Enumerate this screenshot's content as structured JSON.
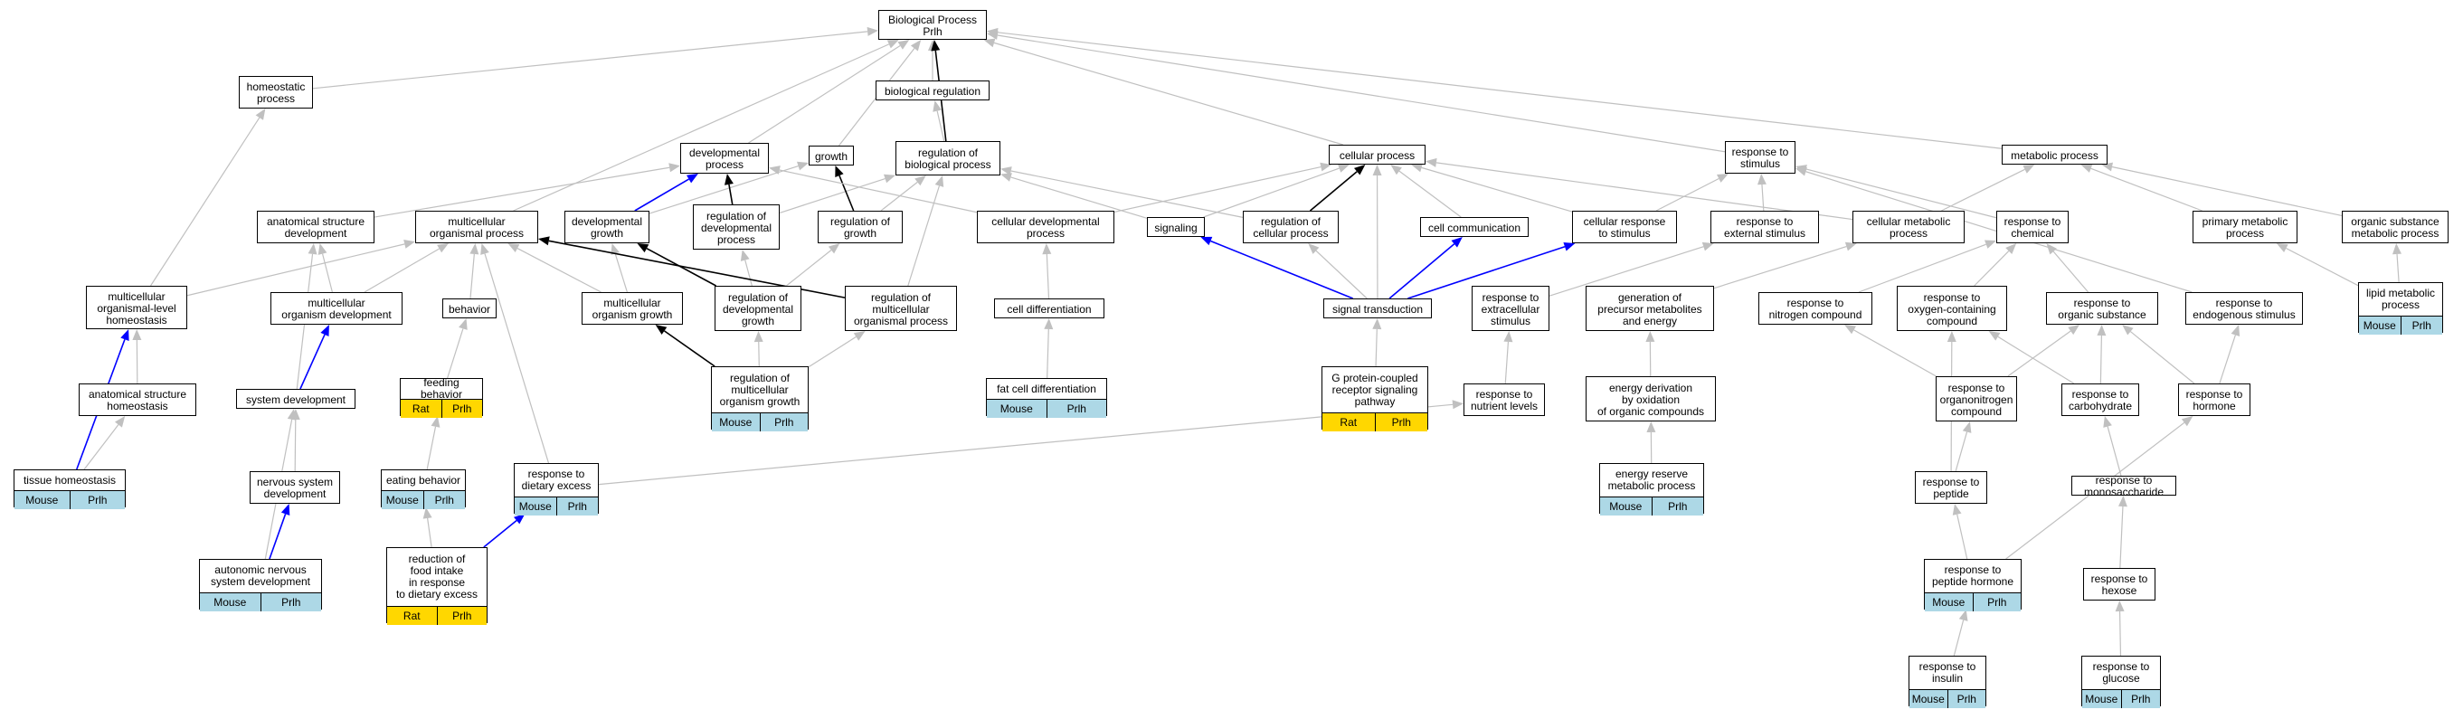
{
  "colors": {
    "mouse_tag": "#add8e6",
    "rat_tag": "#ffd700",
    "edge_gray": "#c0c0c0",
    "edge_black": "#000000",
    "edge_blue": "#0000ff"
  },
  "nodes": [
    {
      "id": "bp",
      "label": "Biological Process\nPrlh"
    },
    {
      "id": "homeo",
      "label": "homeostatic\nprocess"
    },
    {
      "id": "bioreg",
      "label": "biological regulation"
    },
    {
      "id": "devproc",
      "label": "developmental\nprocess"
    },
    {
      "id": "growth",
      "label": "growth"
    },
    {
      "id": "regbio",
      "label": "regulation of\nbiological process"
    },
    {
      "id": "cellproc",
      "label": "cellular process"
    },
    {
      "id": "respstim",
      "label": "response to\nstimulus"
    },
    {
      "id": "metab",
      "label": "metabolic process"
    },
    {
      "id": "anatdev",
      "label": "anatomical structure\ndevelopment"
    },
    {
      "id": "multorg",
      "label": "multicellular\norganismal process"
    },
    {
      "id": "devgrowth",
      "label": "developmental\ngrowth"
    },
    {
      "id": "regdevproc",
      "label": "regulation of\ndevelopmental\nprocess"
    },
    {
      "id": "reggrowth",
      "label": "regulation of\ngrowth"
    },
    {
      "id": "celldev",
      "label": "cellular developmental\nprocess"
    },
    {
      "id": "signaling",
      "label": "signaling"
    },
    {
      "id": "regcell",
      "label": "regulation of\ncellular process"
    },
    {
      "id": "cellcomm",
      "label": "cell communication"
    },
    {
      "id": "cellresp",
      "label": "cellular response\nto stimulus"
    },
    {
      "id": "respext",
      "label": "response to\nexternal stimulus"
    },
    {
      "id": "cellmetab",
      "label": "cellular metabolic\nprocess"
    },
    {
      "id": "respchem",
      "label": "response to\nchemical"
    },
    {
      "id": "primmetab",
      "label": "primary metabolic\nprocess"
    },
    {
      "id": "orgsubmetab",
      "label": "organic substance\nmetabolic process"
    },
    {
      "id": "multhomeo",
      "label": "multicellular\norganismal-level\nhomeostasis"
    },
    {
      "id": "multorgdev",
      "label": "multicellular\norganism development"
    },
    {
      "id": "behavior",
      "label": "behavior"
    },
    {
      "id": "multgrowth",
      "label": "multicellular\norganism growth"
    },
    {
      "id": "regdevgrowth",
      "label": "regulation of\ndevelopmental\ngrowth"
    },
    {
      "id": "regmultproc",
      "label": "regulation of\nmulticellular\norganismal process"
    },
    {
      "id": "celldiff",
      "label": "cell differentiation"
    },
    {
      "id": "sigtrans",
      "label": "signal transduction"
    },
    {
      "id": "respextra",
      "label": "response to\nextracellular\nstimulus"
    },
    {
      "id": "genprec",
      "label": "generation of\nprecursor metabolites\nand energy"
    },
    {
      "id": "respnitro",
      "label": "response to\nnitrogen compound"
    },
    {
      "id": "respoxy",
      "label": "response to\noxygen-containing\ncompound"
    },
    {
      "id": "resporgsub",
      "label": "response to\norganic substance"
    },
    {
      "id": "respendo",
      "label": "response to\nendogenous stimulus"
    },
    {
      "id": "lipid",
      "label": "lipid metabolic\nprocess",
      "tags": [
        "Mouse",
        "Prlh"
      ],
      "tag_color": "mouse"
    },
    {
      "id": "anathomeo",
      "label": "anatomical structure\nhomeostasis"
    },
    {
      "id": "sysdev",
      "label": "system development"
    },
    {
      "id": "feeding",
      "label": "feeding behavior",
      "tags": [
        "Rat",
        "Prlh"
      ],
      "tag_color": "rat"
    },
    {
      "id": "regmultgrowth",
      "label": "regulation of\nmulticellular\norganism growth",
      "tags": [
        "Mouse",
        "Prlh"
      ],
      "tag_color": "mouse"
    },
    {
      "id": "fatcell",
      "label": "fat cell differentiation",
      "tags": [
        "Mouse",
        "Prlh"
      ],
      "tag_color": "mouse"
    },
    {
      "id": "gpcr",
      "label": "G protein-coupled\nreceptor signaling\npathway",
      "tags": [
        "Rat",
        "Prlh"
      ],
      "tag_color": "rat"
    },
    {
      "id": "respnutr",
      "label": "response to\nnutrient levels"
    },
    {
      "id": "energyderiv",
      "label": "energy derivation\nby oxidation\nof organic compounds"
    },
    {
      "id": "resporgnitro",
      "label": "response to\norganonitrogen\ncompound"
    },
    {
      "id": "respcarb",
      "label": "response to\ncarbohydrate"
    },
    {
      "id": "resphorm",
      "label": "response to\nhormone"
    },
    {
      "id": "tissuehomeo",
      "label": "tissue homeostasis",
      "tags": [
        "Mouse",
        "Prlh"
      ],
      "tag_color": "mouse"
    },
    {
      "id": "nervdev",
      "label": "nervous system\ndevelopment"
    },
    {
      "id": "eating",
      "label": "eating behavior",
      "tags": [
        "Mouse",
        "Prlh"
      ],
      "tag_color": "mouse"
    },
    {
      "id": "respdiet",
      "label": "response to\ndietary excess",
      "tags": [
        "Mouse",
        "Prlh"
      ],
      "tag_color": "mouse"
    },
    {
      "id": "energyres",
      "label": "energy reserve\nmetabolic process",
      "tags": [
        "Mouse",
        "Prlh"
      ],
      "tag_color": "mouse"
    },
    {
      "id": "resppep",
      "label": "response to\npeptide"
    },
    {
      "id": "respmono",
      "label": "response to\nmonosaccharide"
    },
    {
      "id": "autonerv",
      "label": "autonomic nervous\nsystem development",
      "tags": [
        "Mouse",
        "Prlh"
      ],
      "tag_color": "mouse"
    },
    {
      "id": "reducfood",
      "label": "reduction of\nfood intake\nin response\nto dietary excess",
      "tags": [
        "Rat",
        "Prlh"
      ],
      "tag_color": "rat"
    },
    {
      "id": "resppephorm",
      "label": "response to\npeptide hormone",
      "tags": [
        "Mouse",
        "Prlh"
      ],
      "tag_color": "mouse"
    },
    {
      "id": "resphex",
      "label": "response to\nhexose"
    },
    {
      "id": "respins",
      "label": "response to\ninsulin",
      "tags": [
        "Mouse",
        "Prlh"
      ],
      "tag_color": "mouse"
    },
    {
      "id": "respgluc",
      "label": "response to\nglucose",
      "tags": [
        "Mouse",
        "Prlh"
      ],
      "tag_color": "mouse"
    }
  ],
  "edges": [
    {
      "from": "homeo",
      "to": "bp",
      "style": "gray"
    },
    {
      "from": "bioreg",
      "to": "bp",
      "style": "gray"
    },
    {
      "from": "devproc",
      "to": "bp",
      "style": "gray"
    },
    {
      "from": "growth",
      "to": "bp",
      "style": "gray"
    },
    {
      "from": "regbio",
      "to": "bp",
      "style": "black"
    },
    {
      "from": "regbio",
      "to": "bioreg",
      "style": "gray"
    },
    {
      "from": "cellproc",
      "to": "bp",
      "style": "gray"
    },
    {
      "from": "respstim",
      "to": "bp",
      "style": "gray"
    },
    {
      "from": "metab",
      "to": "bp",
      "style": "gray"
    },
    {
      "from": "multorg",
      "to": "bp",
      "style": "gray"
    },
    {
      "from": "anatdev",
      "to": "devproc",
      "style": "gray"
    },
    {
      "from": "devgrowth",
      "to": "devproc",
      "style": "blue"
    },
    {
      "from": "devgrowth",
      "to": "growth",
      "style": "gray"
    },
    {
      "from": "regdevproc",
      "to": "devproc",
      "style": "black"
    },
    {
      "from": "regdevproc",
      "to": "regbio",
      "style": "gray"
    },
    {
      "from": "reggrowth",
      "to": "growth",
      "style": "black"
    },
    {
      "from": "reggrowth",
      "to": "regbio",
      "style": "gray"
    },
    {
      "from": "celldev",
      "to": "devproc",
      "style": "gray"
    },
    {
      "from": "celldev",
      "to": "cellproc",
      "style": "gray"
    },
    {
      "from": "signaling",
      "to": "regbio",
      "style": "gray"
    },
    {
      "from": "signaling",
      "to": "cellproc",
      "style": "gray"
    },
    {
      "from": "regcell",
      "to": "cellproc",
      "style": "black"
    },
    {
      "from": "regcell",
      "to": "regbio",
      "style": "gray"
    },
    {
      "from": "cellcomm",
      "to": "cellproc",
      "style": "gray"
    },
    {
      "from": "cellresp",
      "to": "cellproc",
      "style": "gray"
    },
    {
      "from": "cellresp",
      "to": "respstim",
      "style": "gray"
    },
    {
      "from": "respext",
      "to": "respstim",
      "style": "gray"
    },
    {
      "from": "cellmetab",
      "to": "cellproc",
      "style": "gray"
    },
    {
      "from": "cellmetab",
      "to": "metab",
      "style": "gray"
    },
    {
      "from": "respchem",
      "to": "respstim",
      "style": "gray"
    },
    {
      "from": "primmetab",
      "to": "metab",
      "style": "gray"
    },
    {
      "from": "orgsubmetab",
      "to": "metab",
      "style": "gray"
    },
    {
      "from": "multhomeo",
      "to": "homeo",
      "style": "gray"
    },
    {
      "from": "multhomeo",
      "to": "multorg",
      "style": "gray"
    },
    {
      "from": "multorgdev",
      "to": "anatdev",
      "style": "gray"
    },
    {
      "from": "multorgdev",
      "to": "multorg",
      "style": "gray"
    },
    {
      "from": "behavior",
      "to": "multorg",
      "style": "gray"
    },
    {
      "from": "multgrowth",
      "to": "devgrowth",
      "style": "gray"
    },
    {
      "from": "multgrowth",
      "to": "multorg",
      "style": "gray"
    },
    {
      "from": "regdevgrowth",
      "to": "devgrowth",
      "style": "black"
    },
    {
      "from": "regdevgrowth",
      "to": "regdevproc",
      "style": "gray"
    },
    {
      "from": "regdevgrowth",
      "to": "reggrowth",
      "style": "gray"
    },
    {
      "from": "regmultproc",
      "to": "multorg",
      "style": "black"
    },
    {
      "from": "regmultproc",
      "to": "regbio",
      "style": "gray"
    },
    {
      "from": "celldiff",
      "to": "celldev",
      "style": "gray"
    },
    {
      "from": "sigtrans",
      "to": "signaling",
      "style": "blue"
    },
    {
      "from": "sigtrans",
      "to": "regcell",
      "style": "gray"
    },
    {
      "from": "sigtrans",
      "to": "cellcomm",
      "style": "blue"
    },
    {
      "from": "sigtrans",
      "to": "cellresp",
      "style": "blue"
    },
    {
      "from": "sigtrans",
      "to": "cellproc",
      "style": "gray"
    },
    {
      "from": "respextra",
      "to": "respext",
      "style": "gray"
    },
    {
      "from": "genprec",
      "to": "cellmetab",
      "style": "gray"
    },
    {
      "from": "respnitro",
      "to": "respchem",
      "style": "gray"
    },
    {
      "from": "respoxy",
      "to": "respchem",
      "style": "gray"
    },
    {
      "from": "resporgsub",
      "to": "respchem",
      "style": "gray"
    },
    {
      "from": "respendo",
      "to": "respstim",
      "style": "gray"
    },
    {
      "from": "lipid",
      "to": "primmetab",
      "style": "gray"
    },
    {
      "from": "lipid",
      "to": "orgsubmetab",
      "style": "gray"
    },
    {
      "from": "anathomeo",
      "to": "multhomeo",
      "style": "gray"
    },
    {
      "from": "sysdev",
      "to": "multorgdev",
      "style": "blue"
    },
    {
      "from": "sysdev",
      "to": "anatdev",
      "style": "gray"
    },
    {
      "from": "feeding",
      "to": "behavior",
      "style": "gray"
    },
    {
      "from": "regmultgrowth",
      "to": "multgrowth",
      "style": "black"
    },
    {
      "from": "regmultgrowth",
      "to": "regdevgrowth",
      "style": "gray"
    },
    {
      "from": "regmultgrowth",
      "to": "regmultproc",
      "style": "gray"
    },
    {
      "from": "fatcell",
      "to": "celldiff",
      "style": "gray"
    },
    {
      "from": "gpcr",
      "to": "sigtrans",
      "style": "gray"
    },
    {
      "from": "respnutr",
      "to": "respextra",
      "style": "gray"
    },
    {
      "from": "energyderiv",
      "to": "genprec",
      "style": "gray"
    },
    {
      "from": "resporgnitro",
      "to": "respnitro",
      "style": "gray"
    },
    {
      "from": "resporgnitro",
      "to": "resporgsub",
      "style": "gray"
    },
    {
      "from": "respcarb",
      "to": "resporgsub",
      "style": "gray"
    },
    {
      "from": "respcarb",
      "to": "respoxy",
      "style": "gray"
    },
    {
      "from": "resphorm",
      "to": "resporgsub",
      "style": "gray"
    },
    {
      "from": "resphorm",
      "to": "respendo",
      "style": "gray"
    },
    {
      "from": "tissuehomeo",
      "to": "multhomeo",
      "style": "blue"
    },
    {
      "from": "tissuehomeo",
      "to": "anathomeo",
      "style": "gray"
    },
    {
      "from": "nervdev",
      "to": "sysdev",
      "style": "gray"
    },
    {
      "from": "eating",
      "to": "feeding",
      "style": "gray"
    },
    {
      "from": "respdiet",
      "to": "respnutr",
      "style": "gray"
    },
    {
      "from": "respdiet",
      "to": "multorg",
      "style": "gray"
    },
    {
      "from": "energyres",
      "to": "energyderiv",
      "style": "gray"
    },
    {
      "from": "resppep",
      "to": "resporgnitro",
      "style": "gray"
    },
    {
      "from": "resppep",
      "to": "respoxy",
      "style": "gray"
    },
    {
      "from": "respmono",
      "to": "respcarb",
      "style": "gray"
    },
    {
      "from": "autonerv",
      "to": "nervdev",
      "style": "blue"
    },
    {
      "from": "autonerv",
      "to": "sysdev",
      "style": "gray"
    },
    {
      "from": "reducfood",
      "to": "eating",
      "style": "gray"
    },
    {
      "from": "reducfood",
      "to": "respdiet",
      "style": "blue"
    },
    {
      "from": "resppephorm",
      "to": "resppep",
      "style": "gray"
    },
    {
      "from": "resppephorm",
      "to": "resphorm",
      "style": "gray"
    },
    {
      "from": "resphex",
      "to": "respmono",
      "style": "gray"
    },
    {
      "from": "respins",
      "to": "resppephorm",
      "style": "gray"
    },
    {
      "from": "respgluc",
      "to": "resphex",
      "style": "gray"
    }
  ]
}
